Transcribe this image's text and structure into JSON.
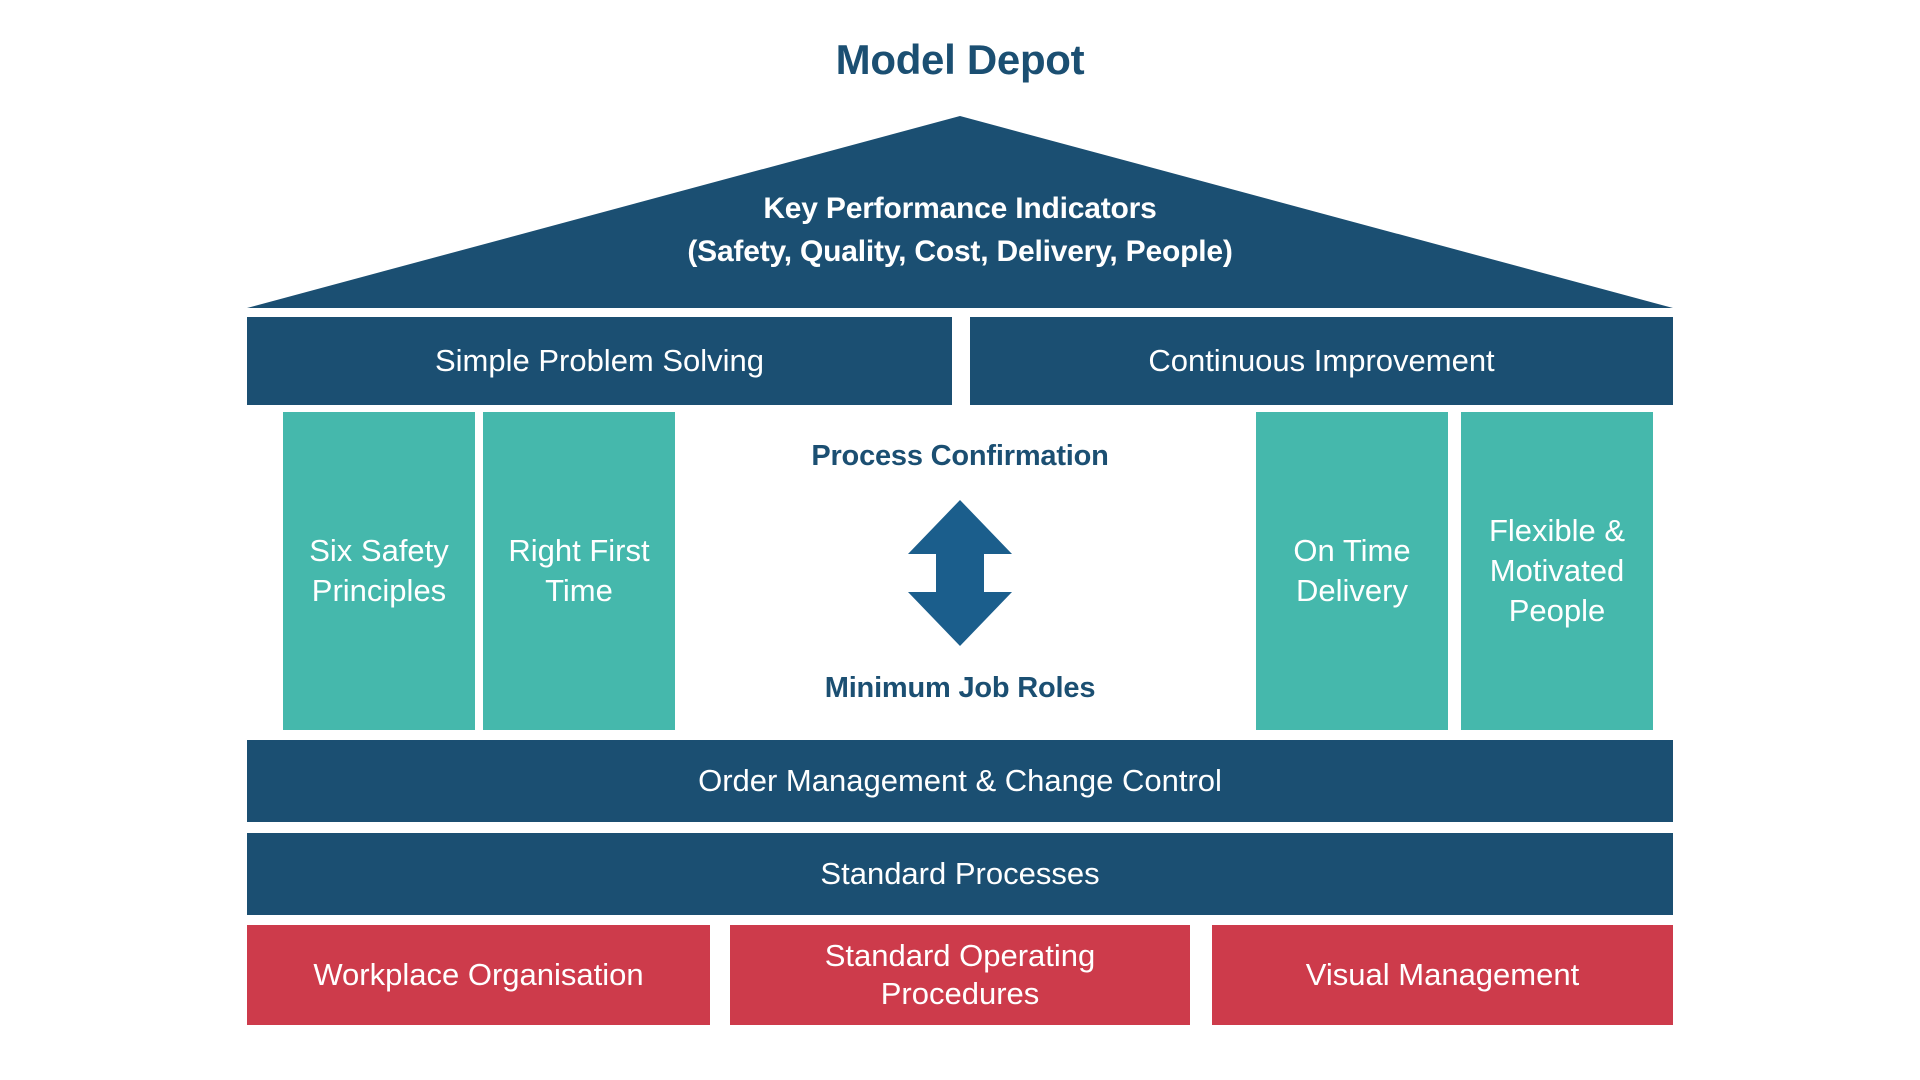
{
  "page": {
    "title": "Model Depot",
    "background_color": "#FFFFFF"
  },
  "colors": {
    "primary_dark_blue": "#1B4F72",
    "teal": "#45B8AC",
    "red": "#CD3B4B",
    "text_on_fill": "#FFFFFF"
  },
  "roof": {
    "line1": "Key Performance Indicators",
    "line2": "(Safety, Quality, Cost, Delivery, People)",
    "fill_color": "#1B4F72"
  },
  "top_bars": [
    {
      "label": "Simple Problem Solving",
      "color": "#1B4F72"
    },
    {
      "label": "Continuous Improvement",
      "color": "#1B4F72"
    }
  ],
  "pillars": [
    {
      "label": "Six Safety Principles",
      "color": "#45B8AC",
      "side": "left"
    },
    {
      "label": "Right First Time",
      "color": "#45B8AC",
      "side": "left"
    },
    {
      "label": "On Time Delivery",
      "color": "#45B8AC",
      "side": "right"
    },
    {
      "label": "Flexible & Motivated People",
      "color": "#45B8AC",
      "side": "right"
    }
  ],
  "centre": {
    "top_caption": "Process Confirmation",
    "bottom_caption": "Minimum Job Roles",
    "arrow_icon": "double-headed-vertical-arrow-icon",
    "arrow_color": "#1B5E8C"
  },
  "foundation_bars": [
    {
      "label": "Order Management & Change Control",
      "color": "#1B4F72"
    },
    {
      "label": "Standard Processes",
      "color": "#1B4F72"
    }
  ],
  "base_boxes": [
    {
      "label": "Workplace Organisation",
      "color": "#CD3B4B"
    },
    {
      "label": "Standard Operating Procedures",
      "color": "#CD3B4B"
    },
    {
      "label": "Visual Management",
      "color": "#CD3B4B"
    }
  ]
}
